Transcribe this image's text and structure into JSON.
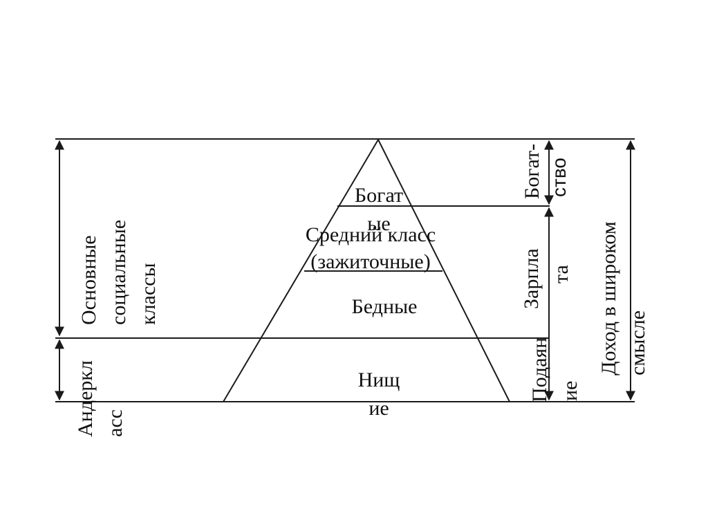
{
  "pyramid": {
    "rich": [
      "Богат",
      "ые"
    ],
    "middle": [
      "Средний класс",
      "(зажиточные)"
    ],
    "poor": "Бедные",
    "beggars": [
      "Нищ",
      "ие"
    ]
  },
  "left_axis": {
    "main_classes": [
      "Основные",
      "социальные",
      "классы"
    ],
    "underclass": [
      "Андеркл",
      "асс"
    ]
  },
  "right_axis": {
    "wealth": [
      "Богат-",
      "ство"
    ],
    "salary": [
      "Зарпла",
      "та"
    ],
    "alms": [
      "Подаян",
      "ие"
    ],
    "income": [
      "Доход в широком",
      "смысле"
    ]
  },
  "colors": {
    "line": "#1a1a1a",
    "text": "#111111",
    "background": "#ffffff"
  }
}
